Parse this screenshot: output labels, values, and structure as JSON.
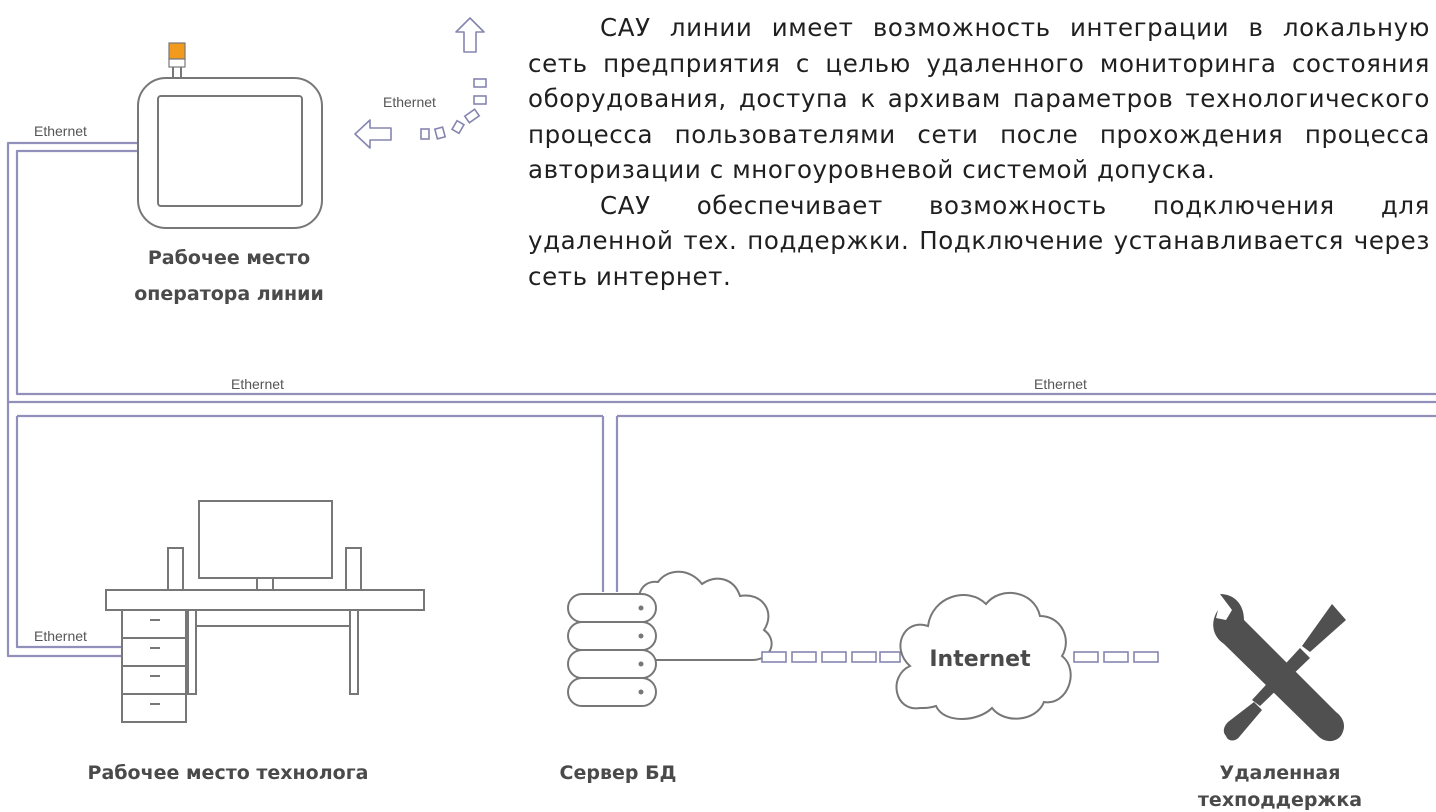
{
  "description": {
    "paragraph_1": "САУ линии имеет возможность интеграции в локальную сеть предприятия с целью удаленного мониторинга состояния оборудования, доступа к архивам параметров технологического процесса пользователями сети после прохождения процесса авторизации с многоуровневой системой допуска.",
    "paragraph_2": "САУ обеспечивает возможность подключения для удаленной тех. поддержки. Подключение устанавливается через сеть интернет."
  },
  "diagram": {
    "link_labels": {
      "operator": "Ethernet",
      "wireless": "Ethernet",
      "bus_left": "Ethernet",
      "bus_right": "Ethernet",
      "technologist": "Ethernet"
    },
    "cloud_label": "Internet",
    "captions": {
      "operator_line1": "Рабочее место",
      "operator_line2": "оператора линии",
      "technologist": "Рабочее место технолога",
      "server": "Сервер БД",
      "support_line1": "Удаленная",
      "support_line2": "техподдержка"
    },
    "colors": {
      "network_line": "#9090ba",
      "device_outline": "#777777",
      "signal_lamp": "#f29a1e",
      "tool_icon": "#505050"
    }
  }
}
